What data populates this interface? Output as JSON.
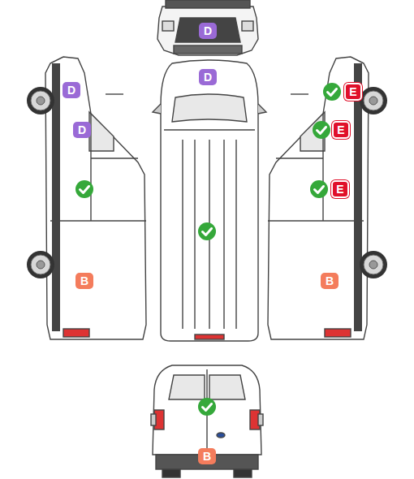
{
  "diagram": {
    "nodes": [
      {
        "text": [
          "D"
        ]
      },
      {
        "text": [
          "D"
        ]
      },
      {
        "text": [
          "D"
        ]
      },
      {
        "text": [
          "E"
        ]
      },
      {
        "text": [
          "D"
        ]
      },
      {
        "text": [
          "E"
        ]
      },
      {
        "text": [
          "E"
        ]
      },
      {
        "text": [
          "B"
        ]
      },
      {
        "text": [
          "B"
        ]
      },
      {
        "text": [
          "B"
        ]
      }
    ]
  }
}
